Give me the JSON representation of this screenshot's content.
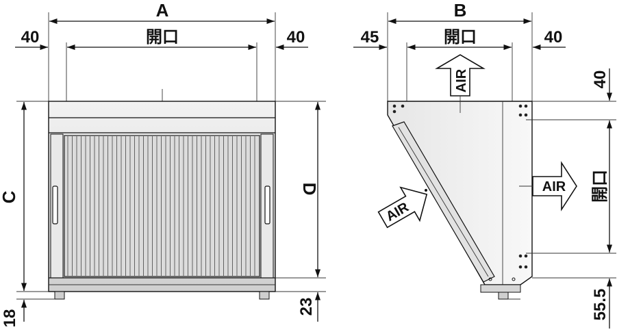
{
  "front_view": {
    "width_label": "A",
    "left_margin": "40",
    "opening_label": "開口",
    "right_margin": "40",
    "height_label": "C",
    "inner_height_label": "D",
    "bottom_left": "18",
    "bottom_right": "23"
  },
  "side_view": {
    "depth_label": "B",
    "left_margin": "45",
    "opening_label": "開口",
    "right_margin": "40",
    "top_margin": "40",
    "opening_vertical_label": "開口",
    "bottom_margin": "55.5",
    "air_up": "AIR",
    "air_right": "AIR",
    "air_in": "AIR"
  }
}
